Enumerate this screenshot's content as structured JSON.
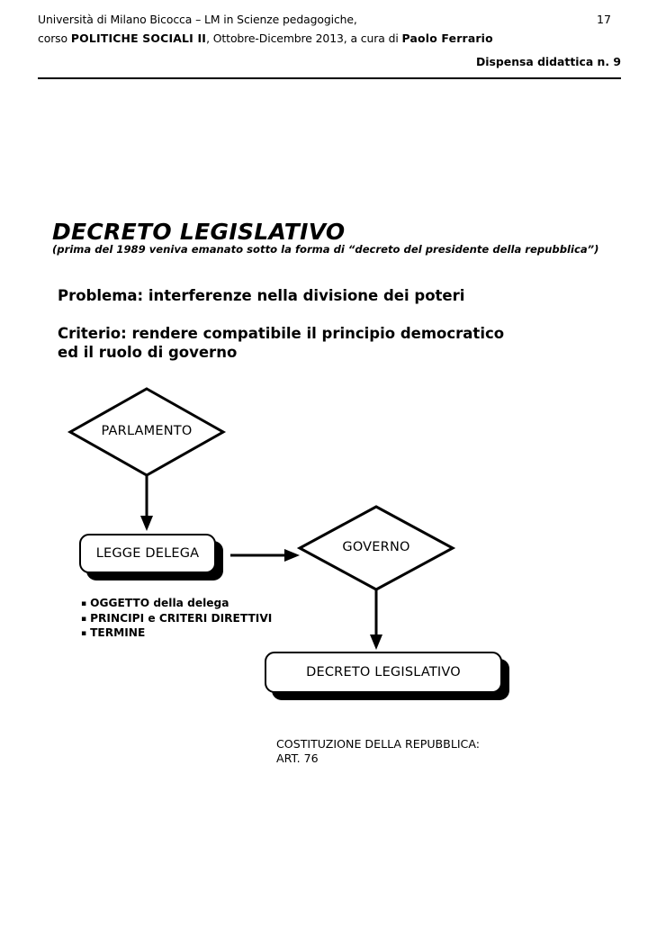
{
  "header": {
    "line1": "Università di Milano Bicocca – LM in Scienze pedagogiche,",
    "line2_pre": "corso ",
    "line2_course": "POLITICHE SOCIALI II",
    "line2_mid": ", Ottobre-Dicembre 2013,  a cura di ",
    "line2_author": "Paolo Ferrario",
    "page_number": "17",
    "handout": "Dispensa didattica n. 9"
  },
  "title": "DECRETO LEGISLATIVO",
  "subtitle": "(prima del 1989 veniva emanato sotto la forma di “decreto del presidente della repubblica”)",
  "statements": {
    "problema": "Problema: interferenze nella divisione dei poteri",
    "criterio_line1": "Criterio: rendere compatibile il principio democratico",
    "criterio_line2": "ed il ruolo di governo"
  },
  "diagram": {
    "nodes": {
      "parlamento": "PARLAMENTO",
      "legge_delega": "LEGGE DELEGA",
      "governo": "GOVERNO",
      "decreto_legislativo": "DECRETO LEGISLATIVO"
    },
    "bullets": [
      "OGGETTO della delega",
      "PRINCIPI e CRITERI DIRETTIVI",
      "TERMINE"
    ],
    "caption_line1": "COSTITUZIONE DELLA REPUBBLICA:",
    "caption_line2": "ART. 76"
  },
  "colors": {
    "ink": "#000000",
    "paper": "#ffffff"
  }
}
